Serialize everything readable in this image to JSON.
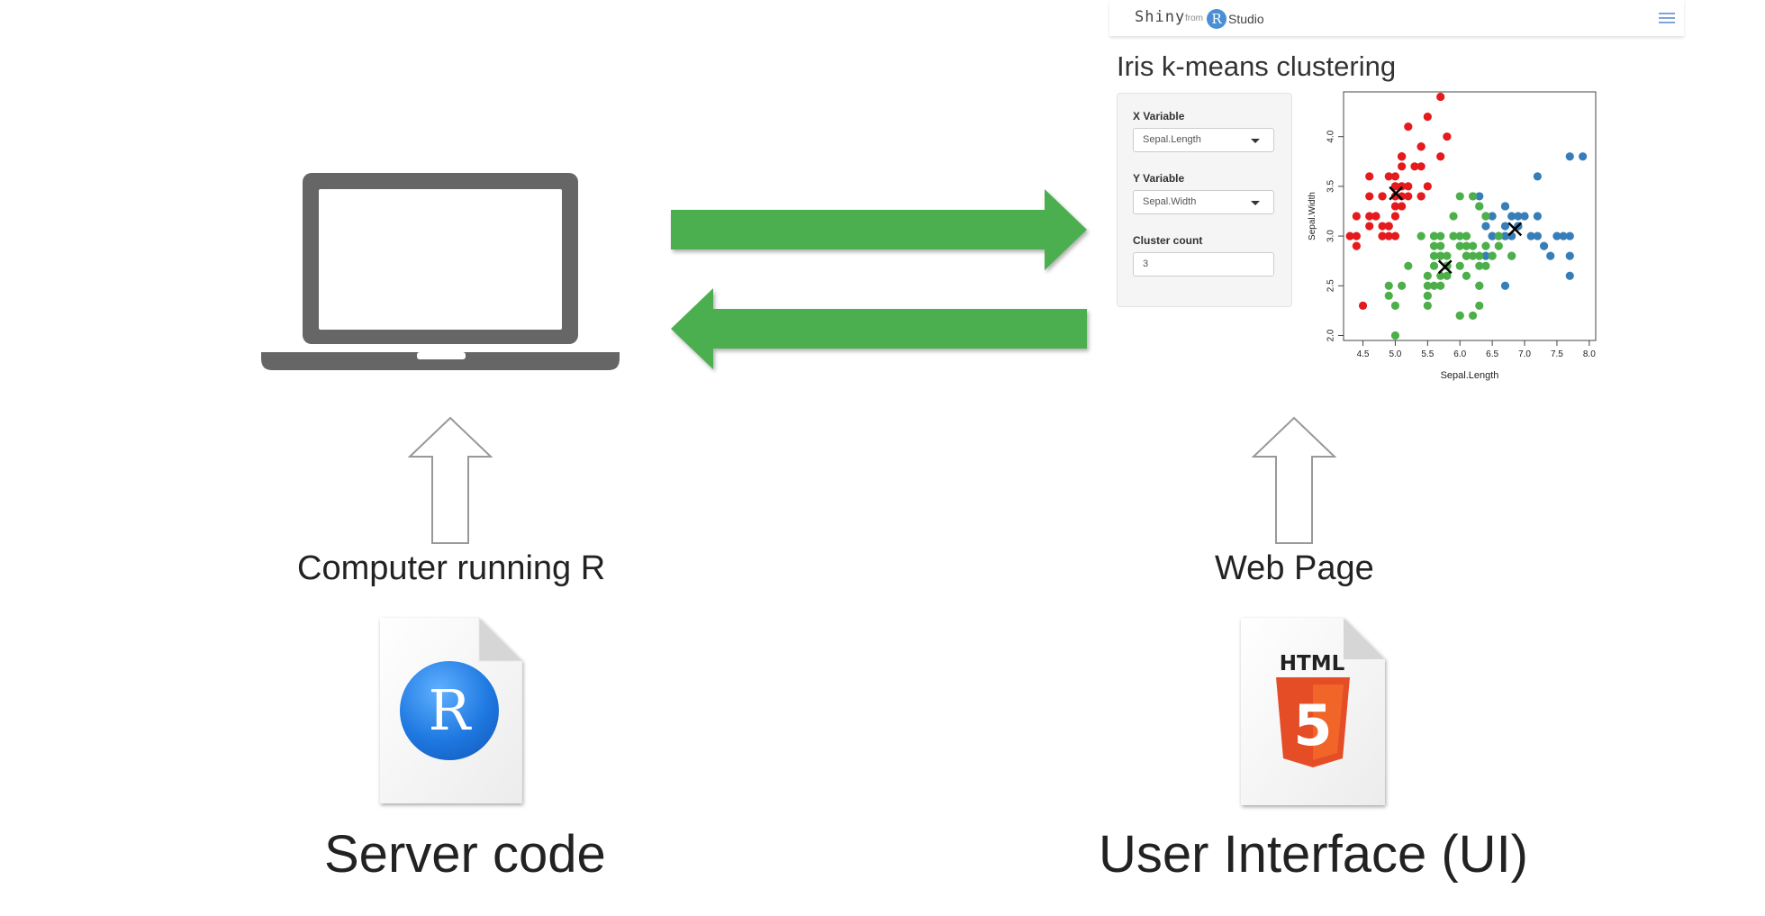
{
  "labels": {
    "computer": "Computer running R",
    "webpage": "Web Page",
    "server_code": "Server code",
    "ui": "User Interface (UI)"
  },
  "icons": {
    "laptop": "laptop-icon",
    "arrow_to_ui": "arrow-right-icon",
    "arrow_to_server": "arrow-left-icon",
    "up_arrow": "arrow-up-outline-icon",
    "r_file": "r-file-icon",
    "html_file": "html5-file-icon"
  },
  "colors": {
    "arrow_green": "#4caf50",
    "laptop_gray": "#666666",
    "cluster1": "#e41a1c",
    "cluster2": "#377eb8",
    "cluster3": "#4daf4a",
    "html5_orange": "#e44d26",
    "r_blue": "#1e78e0"
  },
  "shiny": {
    "brand": "Shiny",
    "brand_from": "from",
    "brand_r": "R",
    "brand_studio": "Studio",
    "title": "Iris k-means clustering",
    "x_label": "X Variable",
    "x_value": "Sepal.Length",
    "y_label": "Y Variable",
    "y_value": "Sepal.Width",
    "cluster_label": "Cluster count",
    "cluster_value": "3"
  },
  "html_badge": "HTML",
  "html_digit": "5",
  "r_letter": "R",
  "chart_data": {
    "type": "scatter",
    "xlabel": "Sepal.Length",
    "ylabel": "Sepal.Width",
    "xlim": [
      4.2,
      8.1
    ],
    "ylim": [
      1.95,
      4.45
    ],
    "xticks": [
      "4.5",
      "5.0",
      "5.5",
      "6.0",
      "6.5",
      "7.0",
      "7.5",
      "8.0"
    ],
    "yticks": [
      "2.0",
      "2.5",
      "3.0",
      "3.5",
      "4.0"
    ],
    "series": [
      {
        "color": "#e41a1c",
        "points": [
          [
            5.1,
            3.5
          ],
          [
            4.9,
            3.0
          ],
          [
            4.7,
            3.2
          ],
          [
            4.6,
            3.1
          ],
          [
            5.0,
            3.6
          ],
          [
            5.4,
            3.9
          ],
          [
            4.6,
            3.4
          ],
          [
            5.0,
            3.4
          ],
          [
            4.4,
            2.9
          ],
          [
            4.9,
            3.1
          ],
          [
            5.4,
            3.7
          ],
          [
            4.8,
            3.4
          ],
          [
            4.8,
            3.0
          ],
          [
            4.3,
            3.0
          ],
          [
            5.8,
            4.0
          ],
          [
            5.7,
            4.4
          ],
          [
            5.4,
            3.9
          ],
          [
            5.1,
            3.5
          ],
          [
            5.7,
            3.8
          ],
          [
            5.1,
            3.8
          ],
          [
            5.4,
            3.4
          ],
          [
            5.1,
            3.7
          ],
          [
            4.6,
            3.6
          ],
          [
            5.1,
            3.3
          ],
          [
            4.8,
            3.4
          ],
          [
            5.0,
            3.0
          ],
          [
            5.0,
            3.4
          ],
          [
            5.2,
            3.5
          ],
          [
            5.2,
            3.4
          ],
          [
            4.7,
            3.2
          ],
          [
            4.8,
            3.1
          ],
          [
            5.4,
            3.4
          ],
          [
            5.2,
            4.1
          ],
          [
            5.5,
            4.2
          ],
          [
            4.9,
            3.1
          ],
          [
            5.0,
            3.2
          ],
          [
            5.5,
            3.5
          ],
          [
            4.9,
            3.6
          ],
          [
            4.4,
            3.0
          ],
          [
            5.1,
            3.4
          ],
          [
            5.0,
            3.5
          ],
          [
            4.5,
            2.3
          ],
          [
            4.4,
            3.2
          ],
          [
            5.0,
            3.5
          ],
          [
            5.1,
            3.8
          ],
          [
            4.8,
            3.0
          ],
          [
            5.1,
            3.8
          ],
          [
            4.6,
            3.2
          ],
          [
            5.3,
            3.7
          ],
          [
            5.0,
            3.3
          ]
        ]
      },
      {
        "color": "#377eb8",
        "points": [
          [
            7.0,
            3.2
          ],
          [
            6.9,
            3.1
          ],
          [
            6.7,
            3.0
          ],
          [
            7.7,
            3.8
          ],
          [
            7.7,
            2.6
          ],
          [
            6.9,
            3.2
          ],
          [
            7.7,
            2.8
          ],
          [
            6.7,
            3.3
          ],
          [
            7.2,
            3.2
          ],
          [
            7.2,
            3.0
          ],
          [
            7.4,
            2.8
          ],
          [
            7.9,
            3.8
          ],
          [
            6.4,
            2.8
          ],
          [
            7.7,
            3.0
          ],
          [
            6.3,
            3.4
          ],
          [
            6.4,
            3.1
          ],
          [
            6.9,
            3.1
          ],
          [
            6.7,
            3.1
          ],
          [
            6.9,
            3.1
          ],
          [
            6.8,
            3.2
          ],
          [
            6.7,
            3.3
          ],
          [
            6.7,
            3.0
          ],
          [
            6.5,
            3.0
          ],
          [
            6.2,
            3.4
          ],
          [
            6.5,
            3.2
          ],
          [
            7.1,
            3.0
          ],
          [
            7.6,
            3.0
          ],
          [
            7.3,
            2.9
          ],
          [
            7.2,
            3.6
          ],
          [
            6.5,
            3.0
          ],
          [
            6.8,
            3.0
          ],
          [
            6.4,
            3.2
          ],
          [
            6.6,
            3.0
          ],
          [
            6.8,
            2.8
          ],
          [
            6.7,
            2.5
          ],
          [
            6.3,
            3.3
          ],
          [
            6.5,
            2.8
          ],
          [
            7.5,
            3.0
          ]
        ]
      },
      {
        "color": "#4daf4a",
        "points": [
          [
            6.4,
            3.2
          ],
          [
            5.5,
            2.3
          ],
          [
            6.5,
            2.8
          ],
          [
            5.7,
            2.8
          ],
          [
            6.3,
            3.3
          ],
          [
            4.9,
            2.4
          ],
          [
            6.6,
            2.9
          ],
          [
            5.2,
            2.7
          ],
          [
            5.0,
            2.0
          ],
          [
            5.9,
            3.0
          ],
          [
            6.0,
            2.2
          ],
          [
            6.1,
            2.9
          ],
          [
            5.6,
            2.9
          ],
          [
            5.6,
            3.0
          ],
          [
            5.8,
            2.7
          ],
          [
            6.2,
            2.2
          ],
          [
            5.6,
            2.5
          ],
          [
            5.9,
            3.2
          ],
          [
            6.1,
            2.8
          ],
          [
            6.3,
            2.5
          ],
          [
            6.1,
            2.8
          ],
          [
            6.4,
            2.9
          ],
          [
            6.6,
            3.0
          ],
          [
            6.8,
            2.8
          ],
          [
            6.0,
            2.9
          ],
          [
            5.7,
            2.6
          ],
          [
            5.5,
            2.4
          ],
          [
            5.5,
            2.4
          ],
          [
            5.8,
            2.7
          ],
          [
            6.0,
            2.7
          ],
          [
            5.4,
            3.0
          ],
          [
            6.0,
            3.4
          ],
          [
            6.3,
            2.3
          ],
          [
            5.6,
            3.0
          ],
          [
            5.5,
            2.5
          ],
          [
            5.5,
            2.6
          ],
          [
            6.1,
            3.0
          ],
          [
            5.8,
            2.6
          ],
          [
            5.0,
            2.3
          ],
          [
            5.6,
            2.7
          ],
          [
            5.7,
            3.0
          ],
          [
            5.7,
            2.9
          ],
          [
            6.2,
            2.9
          ],
          [
            5.1,
            2.5
          ],
          [
            5.7,
            2.8
          ],
          [
            5.8,
            2.7
          ],
          [
            4.9,
            2.5
          ],
          [
            5.7,
            2.5
          ],
          [
            5.8,
            2.8
          ],
          [
            6.4,
            2.7
          ],
          [
            6.0,
            2.2
          ],
          [
            5.6,
            2.8
          ],
          [
            6.3,
            2.7
          ],
          [
            6.2,
            2.8
          ],
          [
            6.1,
            3.0
          ],
          [
            6.3,
            2.8
          ],
          [
            6.1,
            2.6
          ],
          [
            6.0,
            3.0
          ],
          [
            5.8,
            2.7
          ],
          [
            6.3,
            2.5
          ],
          [
            6.2,
            3.4
          ],
          [
            5.9,
            3.0
          ]
        ]
      }
    ],
    "centers": [
      [
        5.01,
        3.43
      ],
      [
        6.85,
        3.07
      ],
      [
        5.77,
        2.69
      ]
    ]
  }
}
